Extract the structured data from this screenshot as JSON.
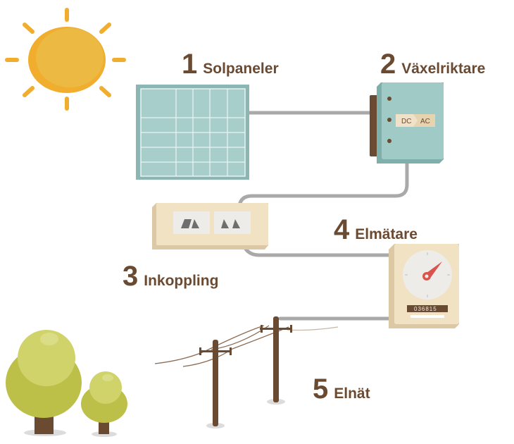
{
  "diagram": {
    "colors": {
      "label_brown": "#6b4a32",
      "sun_outer": "#f0ad2e",
      "sun_inner": "#ecba42",
      "panel_frame": "#8cb6b3",
      "panel_fill": "#a7cecb",
      "inverter_body": "#9fcac6",
      "inverter_back": "#6b4a32",
      "cable_gray": "#a9a9a9",
      "cream_box": "#f1e2c4",
      "cream_shadow": "#dcc8a4",
      "needle_red": "#d9534f",
      "tree_light": "#d0d36a",
      "tree_dark": "#bcbf48",
      "pole_brown": "#6b4a32"
    },
    "steps": [
      {
        "number": "1",
        "label": "Solpaneler"
      },
      {
        "number": "2",
        "label": "Växelriktare"
      },
      {
        "number": "3",
        "label": "Inkoppling"
      },
      {
        "number": "4",
        "label": "Elmätare"
      },
      {
        "number": "5",
        "label": "Elnät"
      }
    ],
    "inverter": {
      "dc_label": "DC",
      "ac_label": "AC"
    },
    "meter": {
      "reading": "036815"
    }
  }
}
